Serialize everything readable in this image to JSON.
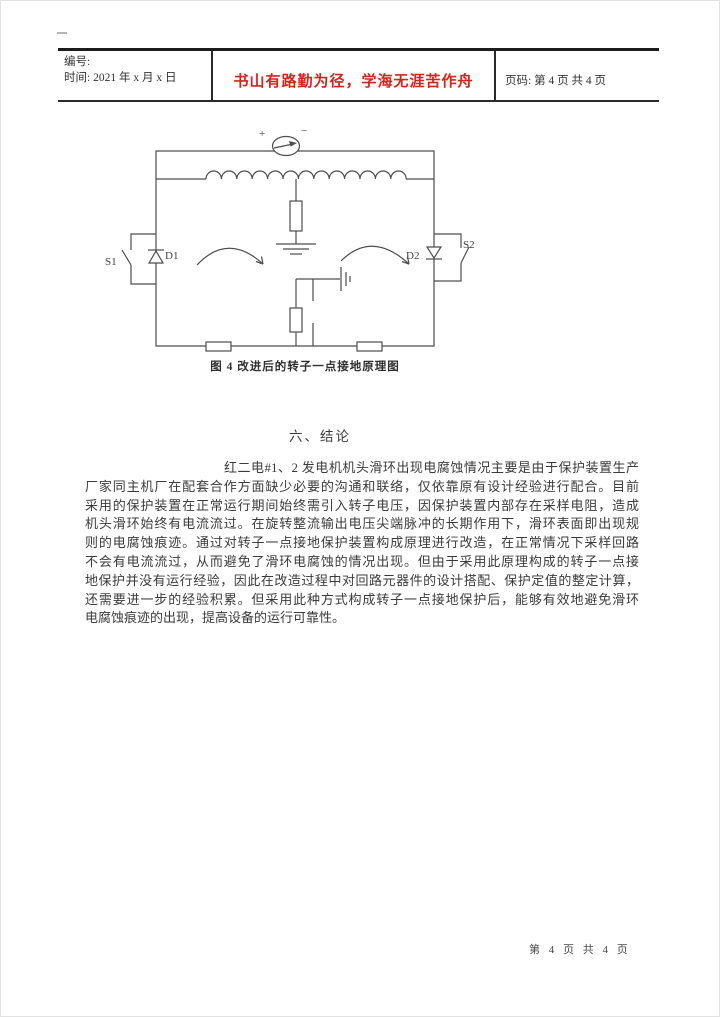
{
  "header": {
    "no_label": "编号:",
    "date_line": "时间: 2021 年 x 月 x 日",
    "motto": "书山有路勤为径，学海无涯苦作舟",
    "motto_color": "#d3251c",
    "page_info": "页码: 第 4 页 共 4 页"
  },
  "figure": {
    "caption": "图 4  改进后的转子一点接地原理图",
    "labels": {
      "plus": "+",
      "minus": "−",
      "s1": "S1",
      "d1": "D1",
      "d2": "D2",
      "s2": "S2"
    }
  },
  "section": {
    "heading": "六、结论"
  },
  "paragraph": {
    "lines": [
      "红二电#1、2 发电机机头滑环出现电腐蚀情况主要是由于保护装置生产",
      "厂家同主机厂在配套合作方面缺少必要的沟通和联络，仅依靠原有设计经验进行配合。目前",
      "采用的保护装置在正常运行期间始终需引入转子电压，因保护装置内部存在采样电阻，造成",
      "机头滑环始终有电流流过。在旋转整流输出电压尖端脉冲的长期作用下，滑环表面即出现规",
      "则的电腐蚀痕迹。通过对转子一点接地保护装置构成原理进行改造，在正常情况下采样回路",
      "不会有电流流过，从而避免了滑环电腐蚀的情况出现。但由于采用此原理构成的转子一点接",
      "地保护并没有运行经验，因此在改造过程中对回路元器件的设计搭配、保护定值的整定计算，",
      "还需要进一步的经验积累。但采用此种方式构成转子一点接地保护后，能够有效地避免滑环",
      "电腐蚀痕迹的出现，提高设备的运行可靠性。"
    ]
  },
  "footer": {
    "page_text": "第 4 页 共 4 页"
  }
}
